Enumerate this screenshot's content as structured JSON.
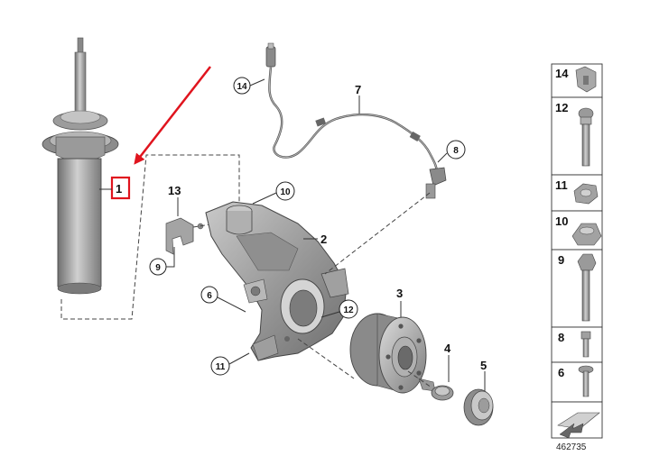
{
  "callouts": {
    "c1": "1",
    "c2": "2",
    "c3": "3",
    "c4": "4",
    "c5": "5",
    "c7": "7",
    "c13": "13"
  },
  "circled": {
    "c6": "6",
    "c8": "8",
    "c9": "9",
    "c10": "10",
    "c11": "11",
    "c12": "12",
    "c14": "14"
  },
  "legend": {
    "items": [
      "14",
      "12",
      "11",
      "10",
      "9",
      "8",
      "6"
    ]
  },
  "reference_code": "462735",
  "colors": {
    "highlight": "#e0141e",
    "part_dark": "#7d7d7d",
    "part_mid": "#a9a9a9",
    "part_light": "#d6d6d6"
  }
}
